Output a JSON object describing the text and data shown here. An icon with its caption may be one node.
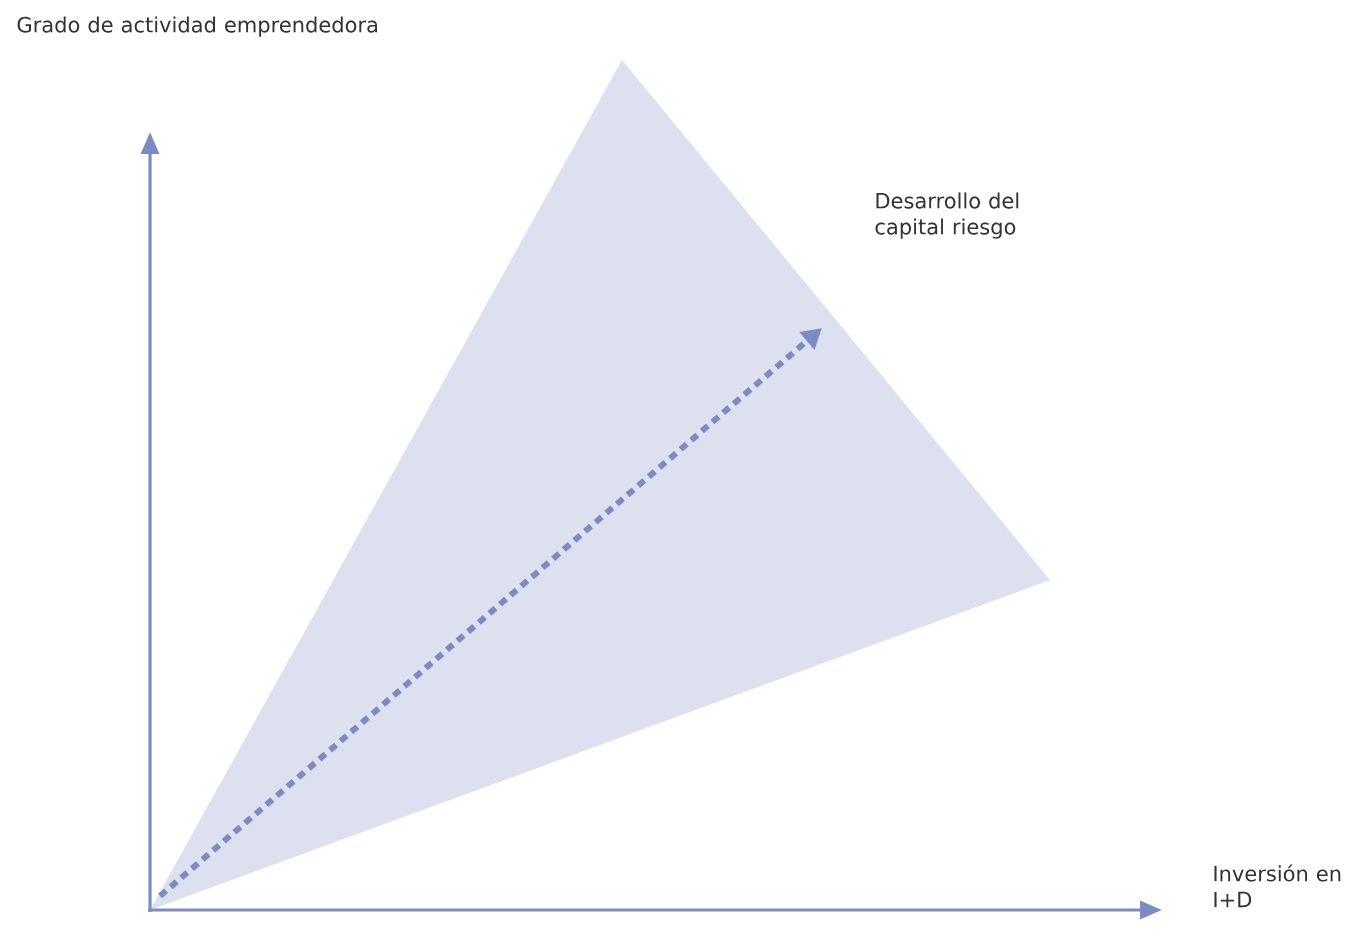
{
  "diagram": {
    "labels": [
      "Grado de actividad emprendedora",
      "Desarrollo del capital riesgo",
      "Inversión en I+D"
    ]
  }
}
